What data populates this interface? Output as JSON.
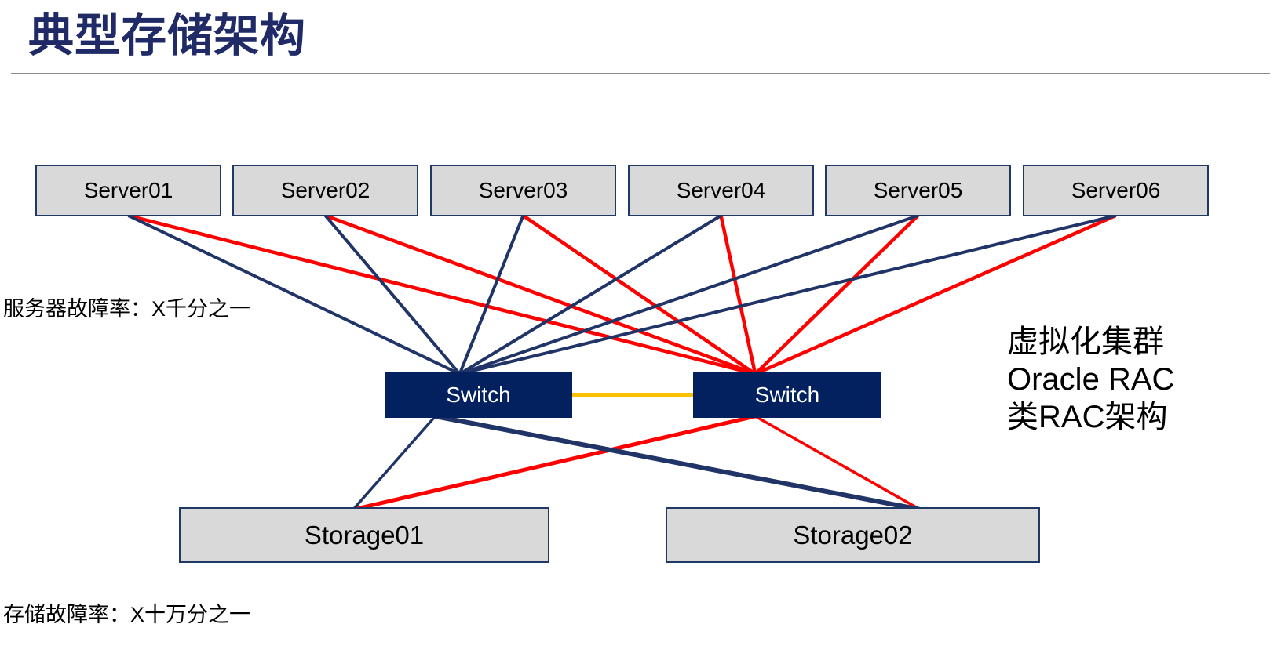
{
  "title": "典型存储架构",
  "servers": [
    {
      "id": "server01",
      "label": "Server01"
    },
    {
      "id": "server02",
      "label": "Server02"
    },
    {
      "id": "server03",
      "label": "Server03"
    },
    {
      "id": "server04",
      "label": "Server04"
    },
    {
      "id": "server05",
      "label": "Server05"
    },
    {
      "id": "server06",
      "label": "Server06"
    }
  ],
  "switches": [
    {
      "id": "switch1",
      "label": "Switch"
    },
    {
      "id": "switch2",
      "label": "Switch"
    }
  ],
  "storages": [
    {
      "id": "storage01",
      "label": "Storage01"
    },
    {
      "id": "storage02",
      "label": "Storage02"
    }
  ],
  "annotations": {
    "server_failure_rate": "服务器故障率：X千分之一",
    "storage_failure_rate": "存储故障率：X十万分之一",
    "right_note_lines": [
      "虚拟化集群",
      "Oracle RAC",
      "类RAC架构"
    ]
  },
  "colors": {
    "navy_line": "#203467",
    "red_line": "#FE0000",
    "orange_line": "#FFC000",
    "box_border": "#1F3864",
    "box_fill": "#D9D9D9",
    "switch_fill": "#03205F",
    "title_text": "#1F2A66",
    "divider": "#8C8C8C"
  },
  "links": [
    {
      "from": "server01",
      "to": "switch1",
      "color": "navy_line"
    },
    {
      "from": "server02",
      "to": "switch1",
      "color": "navy_line"
    },
    {
      "from": "server03",
      "to": "switch1",
      "color": "navy_line"
    },
    {
      "from": "server04",
      "to": "switch1",
      "color": "navy_line"
    },
    {
      "from": "server05",
      "to": "switch1",
      "color": "navy_line"
    },
    {
      "from": "server06",
      "to": "switch1",
      "color": "navy_line"
    },
    {
      "from": "server01",
      "to": "switch2",
      "color": "red_line"
    },
    {
      "from": "server02",
      "to": "switch2",
      "color": "red_line"
    },
    {
      "from": "server03",
      "to": "switch2",
      "color": "red_line"
    },
    {
      "from": "server04",
      "to": "switch2",
      "color": "red_line"
    },
    {
      "from": "server05",
      "to": "switch2",
      "color": "red_line"
    },
    {
      "from": "server06",
      "to": "switch2",
      "color": "red_line"
    },
    {
      "from": "switch1",
      "to": "switch2",
      "color": "orange_line"
    },
    {
      "from": "switch1",
      "to": "storage01",
      "color": "navy_line"
    },
    {
      "from": "switch1",
      "to": "storage02",
      "color": "navy_line"
    },
    {
      "from": "switch2",
      "to": "storage01",
      "color": "red_line"
    },
    {
      "from": "switch2",
      "to": "storage02",
      "color": "red_line"
    }
  ]
}
